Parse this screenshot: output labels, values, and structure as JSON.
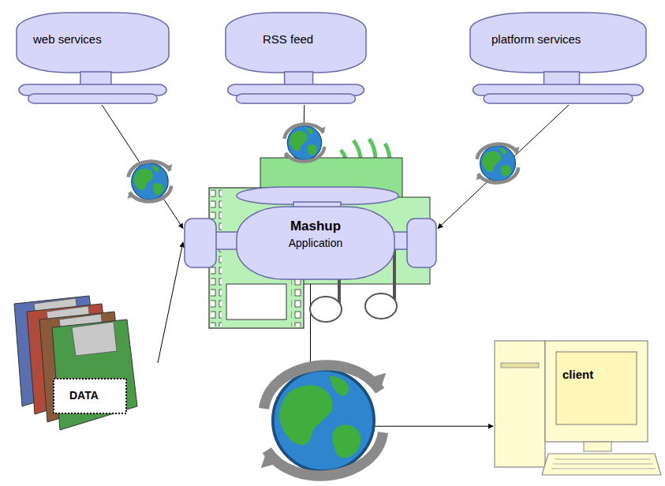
{
  "diagram": {
    "nodes": [
      {
        "text": [
          "web services"
        ]
      },
      {
        "text": [
          "RSS feed"
        ]
      },
      {
        "text": [
          "platform services"
        ]
      },
      {
        "text": [
          "Mashup",
          "Application"
        ]
      },
      {
        "text": [
          "DATA"
        ]
      },
      {
        "text": [
          "client"
        ]
      }
    ],
    "edges": [
      {
        "from": 0,
        "to": 3,
        "arrow": "to"
      },
      {
        "from": 1,
        "to": 3,
        "arrow": "to"
      },
      {
        "from": 2,
        "to": 3,
        "arrow": "to"
      },
      {
        "from": 4,
        "to": 3,
        "arrow": "to"
      },
      {
        "from": 3,
        "to": 5,
        "arrow": "to"
      }
    ]
  }
}
